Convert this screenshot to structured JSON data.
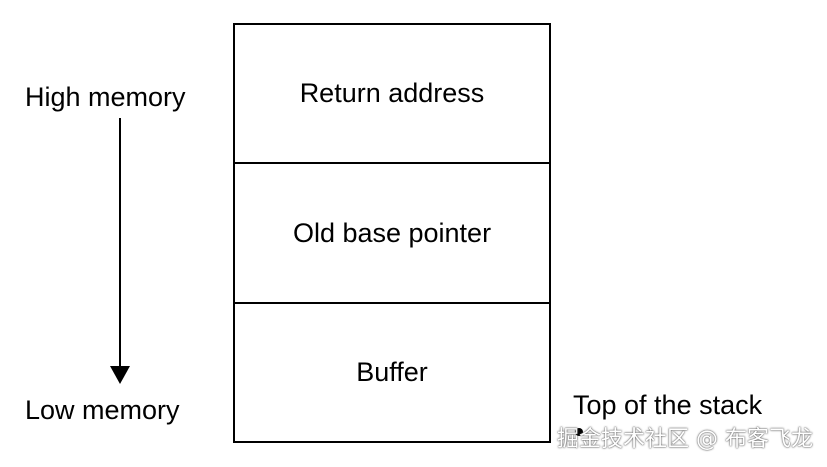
{
  "labels": {
    "high_memory": "High memory",
    "low_memory": "Low memory",
    "top_of_stack": "Top of the stack"
  },
  "stack": {
    "cells": [
      "Return address",
      "Old base pointer",
      "Buffer"
    ]
  },
  "watermark": "掘金技术社区 @ 布客飞龙",
  "colors": {
    "stroke": "#000000",
    "background": "#ffffff"
  }
}
